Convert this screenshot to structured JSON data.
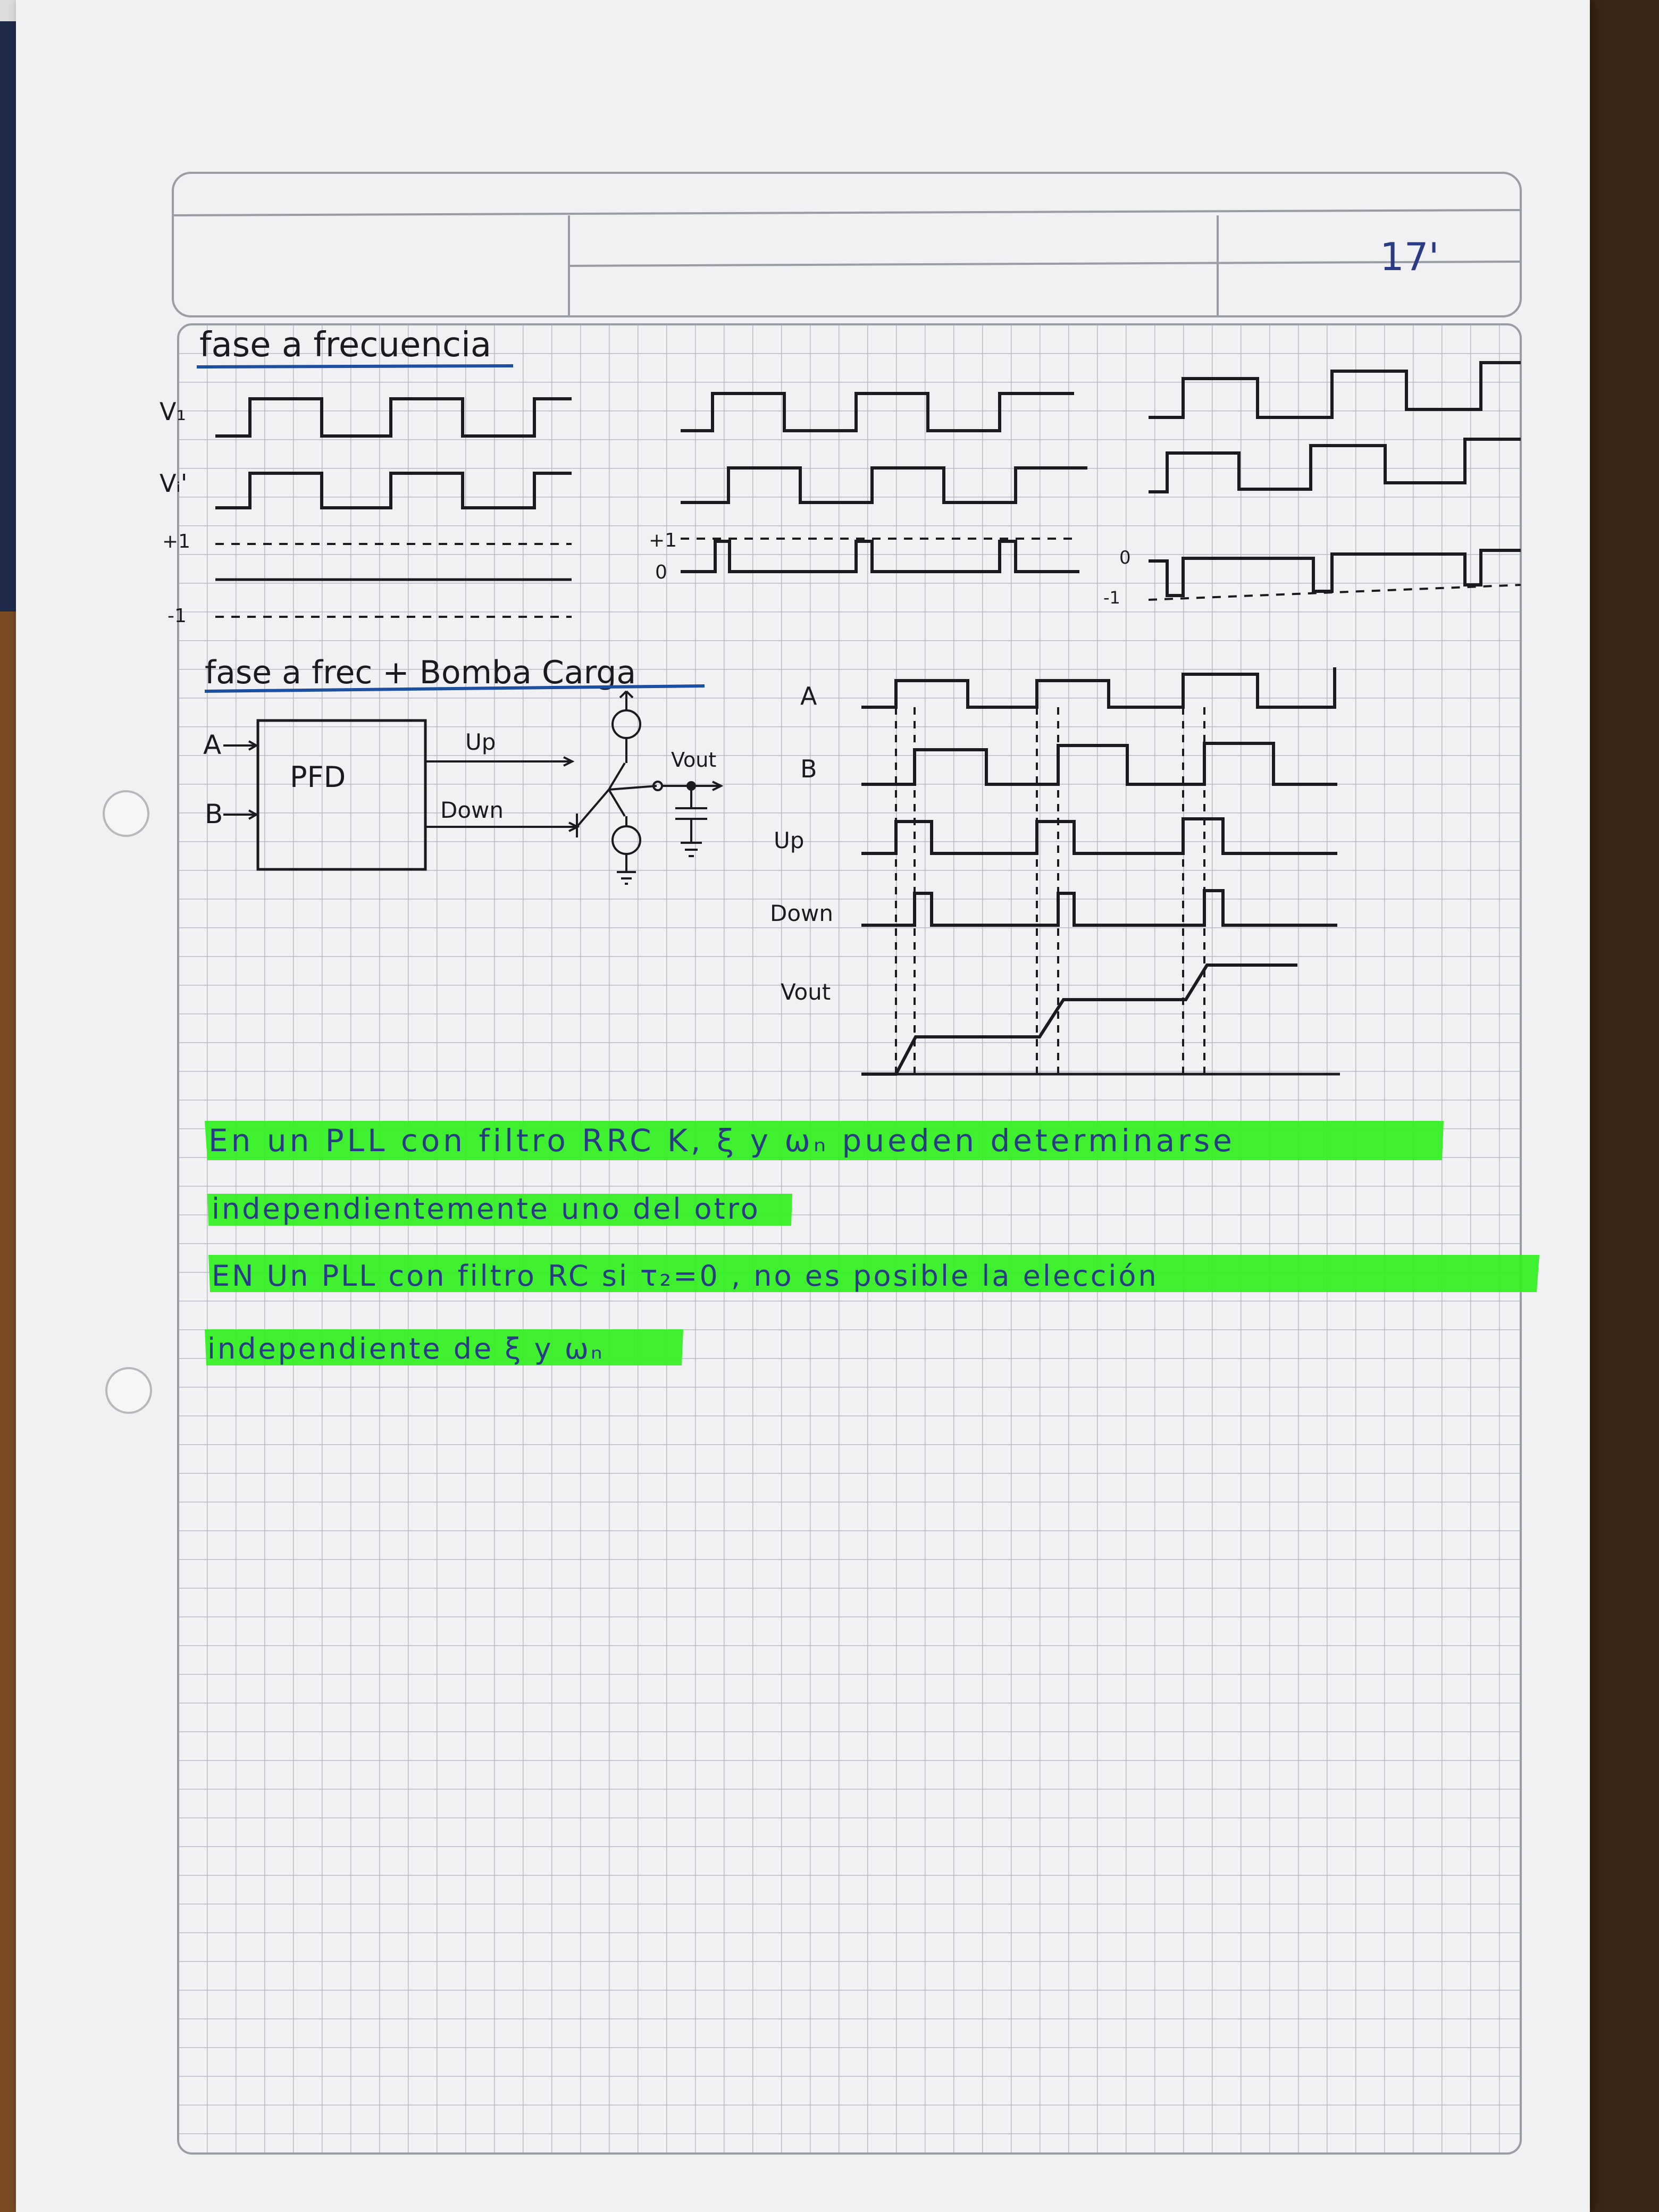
{
  "header": {
    "page_number": "17'"
  },
  "section1": {
    "title": "fase a frecuencia",
    "labels": {
      "v1": "V₁",
      "v2": "Vᵢ'",
      "plus1": "+1",
      "minus1": "-1",
      "plus1_b": "+1",
      "zero_b": "0",
      "zero_c": "0",
      "minus1_c": "-1"
    }
  },
  "section2": {
    "title": "fase a frec + Bomba Carga",
    "block": {
      "name": "PFD",
      "input_a": "A",
      "input_b": "B",
      "output_up": "Up",
      "output_down": "Down",
      "vout": "Vout"
    },
    "timing_labels": [
      "A",
      "B",
      "Up",
      "Down",
      "Vout"
    ]
  },
  "notes": [
    {
      "text": "En un PLL con filtro RRC   K, ξ y ωₙ pueden determinarse"
    },
    {
      "text": "independientemente uno del otro"
    },
    {
      "text": "EN Un PLL con filtro RC  si  τ₂=0 , no es posible la elección"
    },
    {
      "text": "independiente de  ξ y ωₙ"
    }
  ],
  "colors": {
    "paper": "#f1f1f3",
    "grid": "#b9bcc6",
    "ink_blue": "#2a3b86",
    "ink_black": "#1b1b1f",
    "highlighter": "#35ef23",
    "underline": "#1d4fa0"
  }
}
